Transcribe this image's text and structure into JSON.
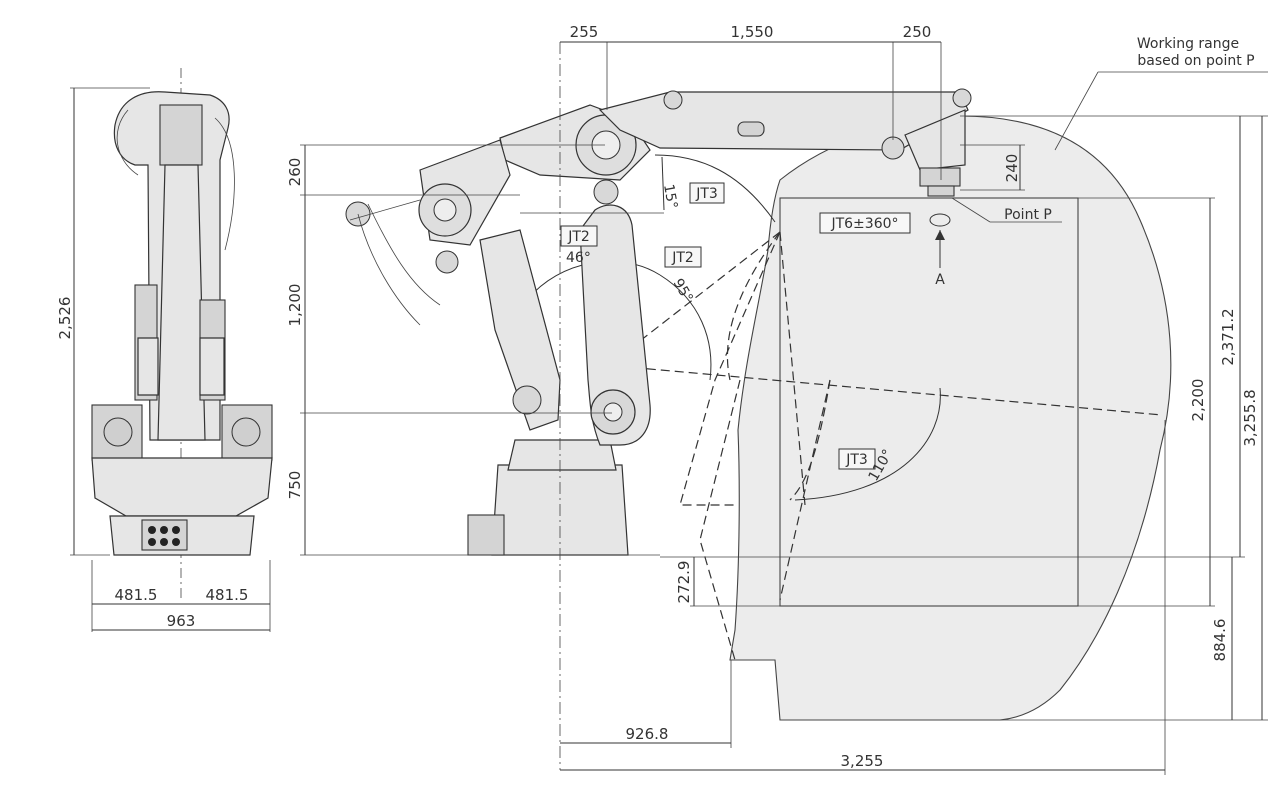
{
  "diagram": {
    "working_range_label": [
      "Working range",
      "based on point P"
    ],
    "point_label": "Point P",
    "view_arrow_label": "A",
    "axis_boxes": {
      "jt6": "JT6±360°",
      "jt3_upper": "JT3",
      "jt2_left": "JT2",
      "jt2_right": "JT2",
      "jt3_lower": "JT3"
    },
    "angles": {
      "jt3_upper": "15°",
      "jt2_left": "46°",
      "jt2_right": "95°",
      "jt3_lower": "110°"
    },
    "dimensions": {
      "top_255": "255",
      "top_1550": "1,550",
      "top_250": "250",
      "side_2526": "2,526",
      "base_481_left": "481.5",
      "base_481_right": "481.5",
      "base_963": "963",
      "v_260": "260",
      "v_1200": "1,200",
      "v_750": "750",
      "v_240": "240",
      "v_2200": "2,200",
      "v_2371": "2,371.2",
      "v_3255_8": "3,255.8",
      "v_272_9": "272.9",
      "v_884_6": "884.6",
      "h_926_8": "926.8",
      "h_3255": "3,255"
    }
  }
}
